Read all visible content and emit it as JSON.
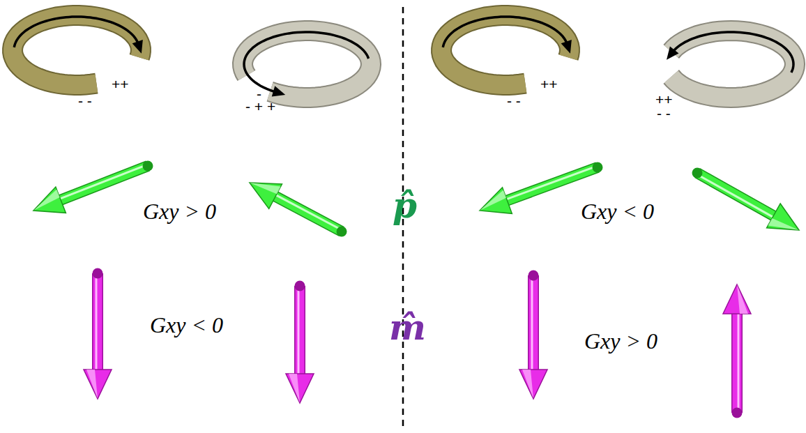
{
  "diagram": {
    "labels": [
      "++",
      "- -",
      "-",
      "- + +",
      "++",
      "- -",
      "++",
      "- -",
      "Gxy > 0",
      "p̂",
      "Gxy < 0",
      "Gxy < 0",
      "m̂",
      "Gxy > 0"
    ]
  }
}
